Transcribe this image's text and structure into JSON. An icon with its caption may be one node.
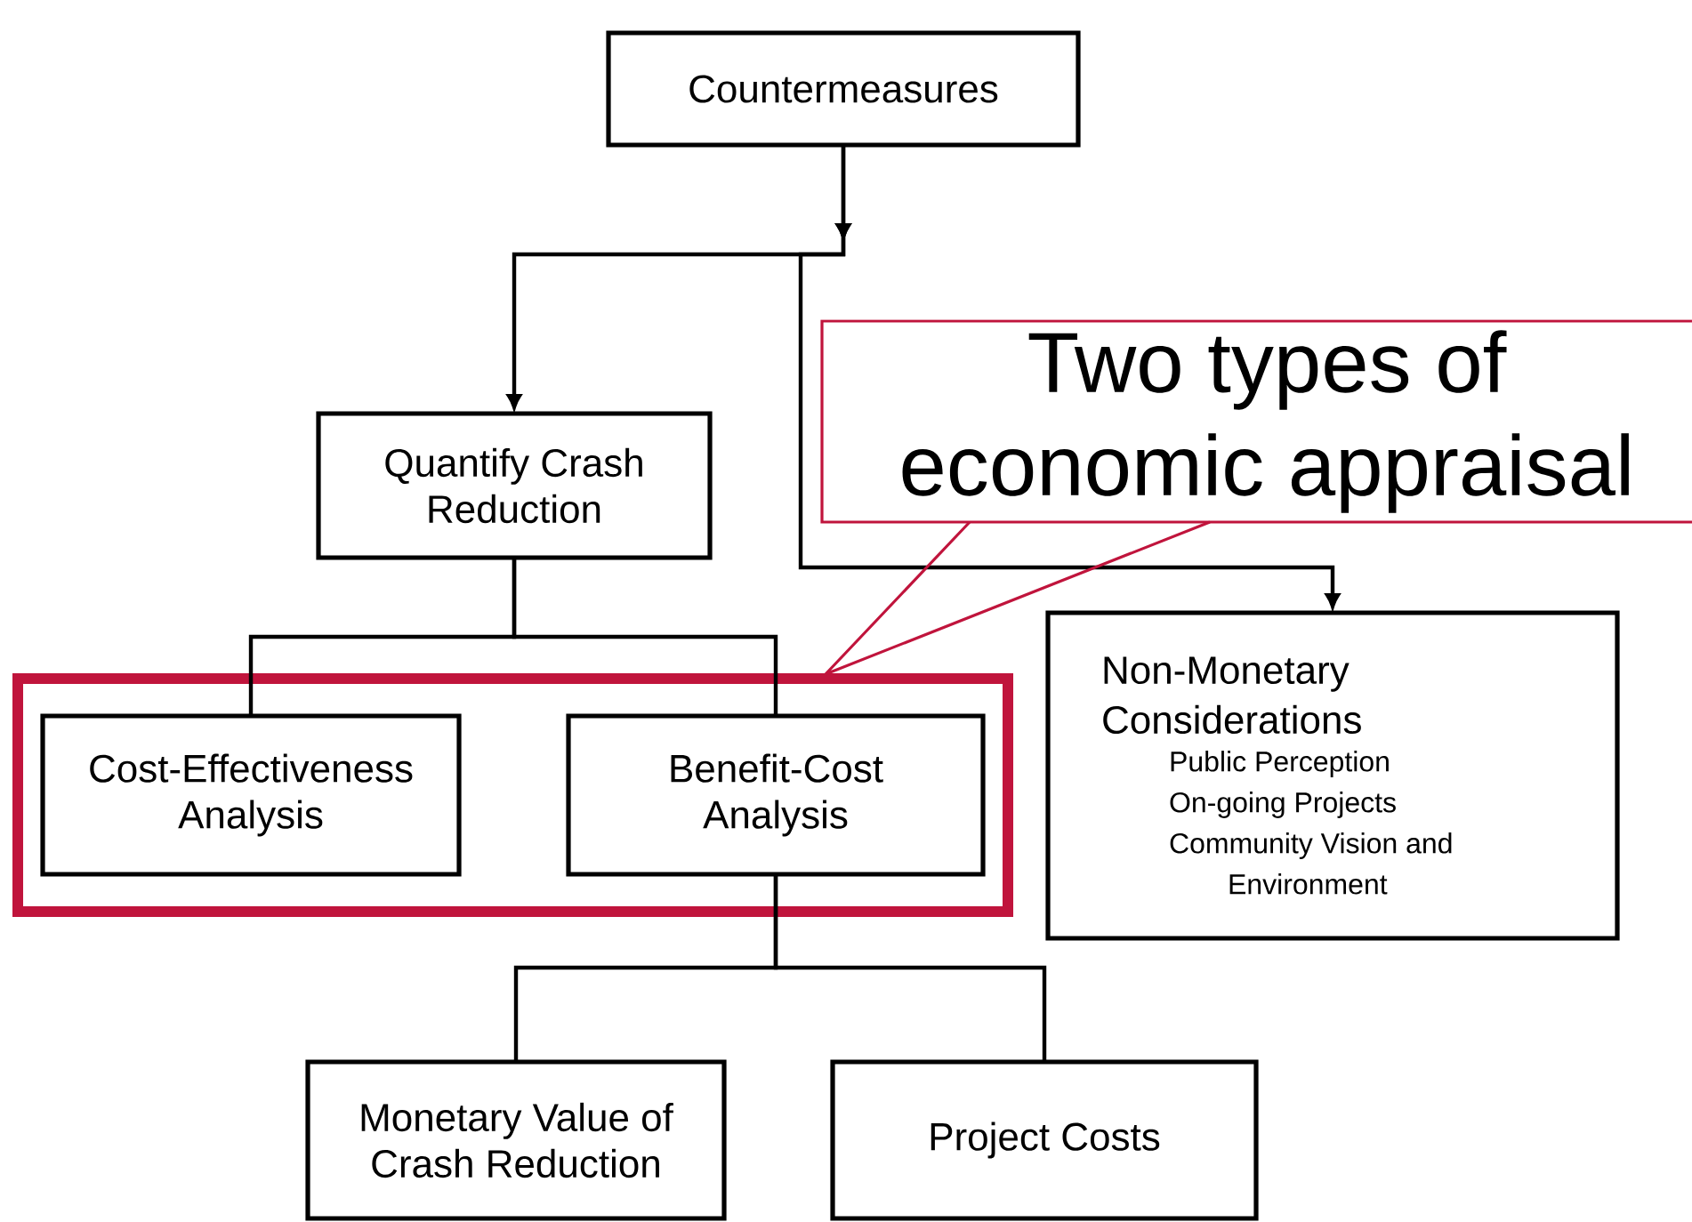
{
  "diagram": {
    "nodes": [
      {
        "text": [
          "Countermeasures"
        ]
      },
      {
        "text": [
          "Quantify Crash Reduction"
        ]
      },
      {
        "text": [
          "Non-Monetary Considerations",
          "Public Perception",
          "On-going Projects",
          "Community Vision and Environment"
        ]
      },
      {
        "text": [],
        "shape": "box"
      },
      {
        "text": [
          "Cost-Effectiveness Analysis"
        ],
        "in": 3
      },
      {
        "text": [
          "Benefit-Cost Analysis"
        ],
        "in": 3
      },
      {
        "text": [
          "Monetary Value of Crash Reduction"
        ]
      },
      {
        "text": [
          "Project Costs"
        ]
      },
      {
        "text": [
          "Two types of economic appraisal"
        ]
      }
    ],
    "edges": [
      {
        "from": 0,
        "to": 1,
        "arrow": "to"
      },
      {
        "from": 0,
        "to": 2,
        "arrow": "to"
      },
      {
        "from": 1,
        "to": 4,
        "arrow": "none"
      },
      {
        "from": 1,
        "to": 5,
        "arrow": "none"
      },
      {
        "from": 5,
        "to": 6,
        "arrow": "none"
      },
      {
        "from": 5,
        "to": 7,
        "arrow": "none"
      },
      {
        "from": 8,
        "to": 3,
        "arrow": "none",
        "color": "#c0143c"
      }
    ]
  }
}
